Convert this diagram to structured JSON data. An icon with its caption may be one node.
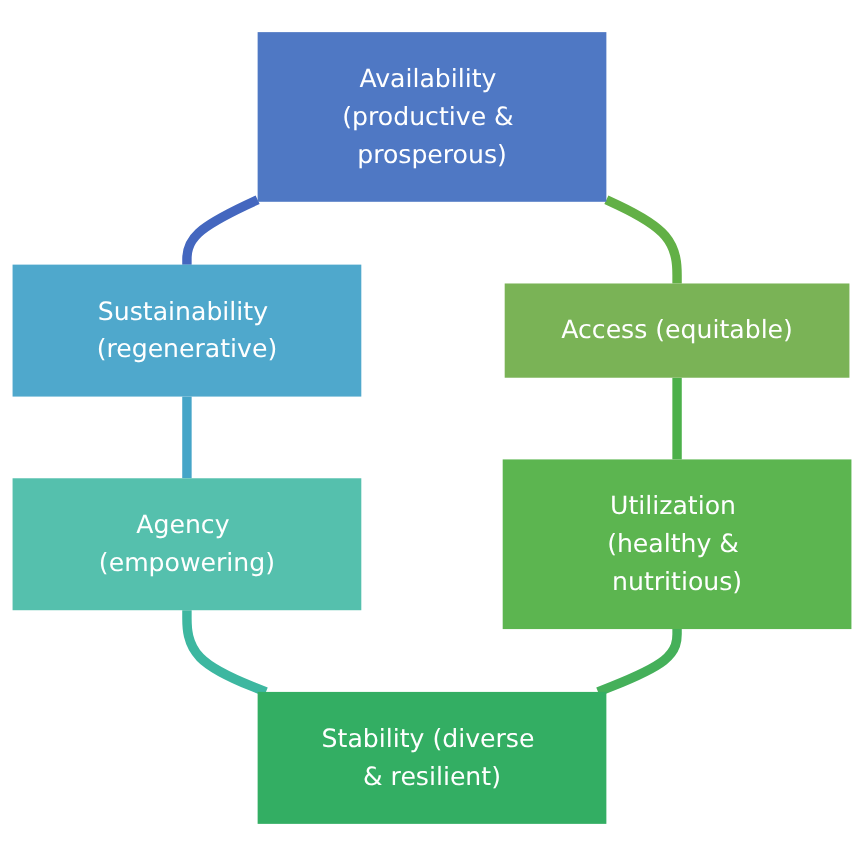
{
  "diagram": {
    "nodes": [
      {
        "text": [
          "Availability (productive & prosperous)"
        ]
      },
      {
        "text": [
          "Access (equitable)"
        ]
      },
      {
        "text": [
          "Sustainability (regenerative)"
        ]
      },
      {
        "text": [
          "Utilization (healthy & nutritious)"
        ]
      },
      {
        "text": [
          "Agency (empowering)"
        ]
      },
      {
        "text": [
          "Stability (diverse & resilient)"
        ]
      }
    ],
    "edges": [
      {
        "from": 0,
        "to": 2,
        "arrow": "none",
        "color": "#4467bf"
      },
      {
        "from": 2,
        "to": 4,
        "arrow": "none",
        "color": "#45a5c8"
      },
      {
        "from": 4,
        "to": 5,
        "arrow": "none",
        "color": "#3db7a0"
      },
      {
        "from": 3,
        "to": 5,
        "arrow": "none",
        "color": "#45b05a"
      },
      {
        "from": 1,
        "to": 3,
        "arrow": "none",
        "color": "#4cb04a"
      },
      {
        "from": 0,
        "to": 1,
        "arrow": "none",
        "color": "#62b046"
      }
    ]
  }
}
